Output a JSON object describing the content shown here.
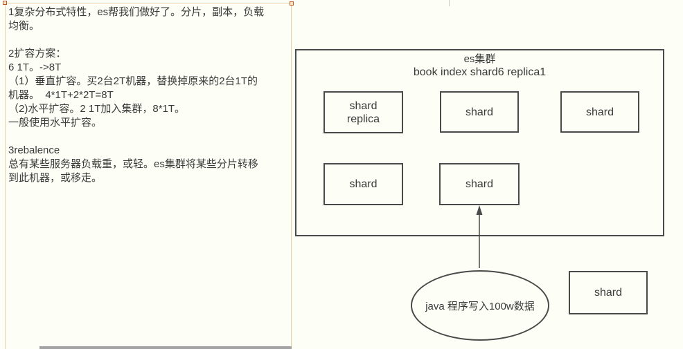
{
  "colors": {
    "background": "#fdfff6",
    "panel_border": "#e9cfa3",
    "handle_border": "#c05a2a",
    "handle_fill": "#f8e6c8",
    "shape_border": "#4a4a4a",
    "text": "#3a3a3a",
    "scrollbar": "#a3a3a3"
  },
  "notes": {
    "lines": [
      "1复杂分布式特性，es帮我们做好了。分片，副本，负载",
      "均衡。",
      "",
      "2扩容方案：",
      "6 1T。->8T",
      "（1）垂直扩容。买2台2T机器，替换掉原来的2台1T的",
      "机器。  4*1T+2*2T=8T",
      "（2)水平扩容。2 1T加入集群，8*1T。",
      "一般使用水平扩容。",
      "",
      "3rebalence",
      "总有某些服务器负载重，或轻。es集群将某些分片转移",
      "到此机器，或移走。"
    ]
  },
  "diagram": {
    "cluster": {
      "title_line1": "es集群",
      "title_line2": "book index shard6 replica1",
      "row1": [
        {
          "line1": "shard",
          "line2": "replica"
        },
        {
          "line1": "shard"
        },
        {
          "line1": "shard"
        }
      ],
      "row2": [
        {
          "line1": "shard"
        },
        {
          "line1": "shard"
        }
      ]
    },
    "writer": {
      "label": "java 程序写入100w数据"
    },
    "external_shard": {
      "label": "shard"
    }
  }
}
